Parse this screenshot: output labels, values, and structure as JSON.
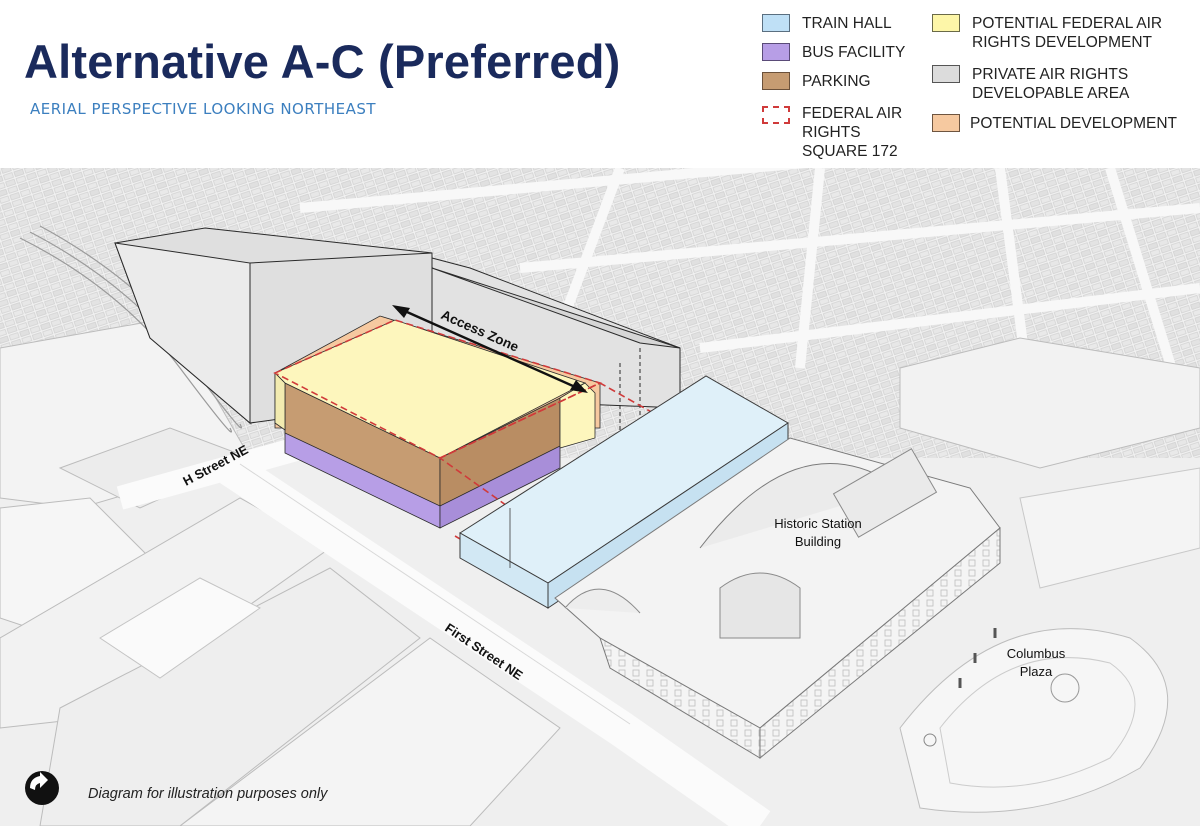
{
  "header": {
    "title": "Alternative A-C (Preferred)",
    "subtitle": "AERIAL PERSPECTIVE LOOKING NORTHEAST"
  },
  "legend": {
    "items": [
      {
        "key": "train-hall",
        "lines": [
          "TRAIN HALL"
        ],
        "color": "#bfe0f6",
        "border": "#5a6f80",
        "dashed": false
      },
      {
        "key": "bus-facility",
        "lines": [
          "BUS FACILITY"
        ],
        "color": "#b79ee6",
        "border": "#5a4b78",
        "dashed": false
      },
      {
        "key": "parking",
        "lines": [
          "PARKING"
        ],
        "color": "#c69c72",
        "border": "#6b513a",
        "dashed": false
      },
      {
        "key": "federal-air-rights",
        "lines": [
          "FEDERAL AIR",
          "RIGHTS",
          "SQUARE 172"
        ],
        "color": "#ffffff",
        "border": "#d03a3a",
        "dashed": true
      },
      {
        "key": "potential-federal",
        "lines": [
          "POTENTIAL FEDERAL AIR",
          "RIGHTS DEVELOPMENT"
        ],
        "color": "#fdf6a8",
        "border": "#6a6a48",
        "dashed": false
      },
      {
        "key": "private-air-rights",
        "lines": [
          "PRIVATE AIR RIGHTS",
          "DEVELOPABLE AREA"
        ],
        "color": "#dcdcdc",
        "border": "#555555",
        "dashed": false
      },
      {
        "key": "potential-development",
        "lines": [
          "POTENTIAL DEVELOPMENT"
        ],
        "color": "#f6c9a0",
        "border": "#6e5540",
        "dashed": false
      }
    ]
  },
  "labels": {
    "access_zone": "Access Zone",
    "h_street": "H Street NE",
    "first_street": "First Street NE",
    "historic_line1": "Historic Station",
    "historic_line2": "Building",
    "columbus_line1": "Columbus",
    "columbus_line2": "Plaza"
  },
  "footnote": "Diagram for illustration purposes only",
  "icons": {
    "north_arrow": "north-arrow-icon"
  }
}
